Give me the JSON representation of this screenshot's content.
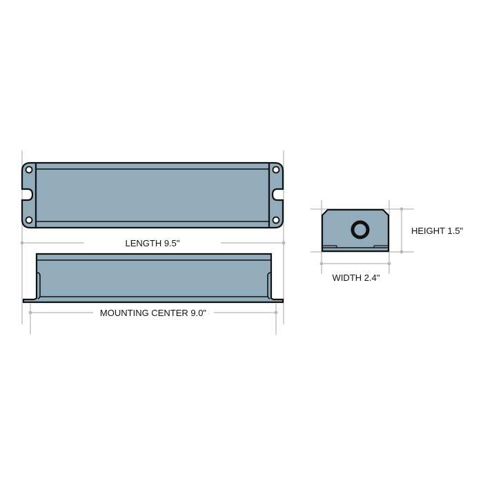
{
  "colors": {
    "body_fill": "#93acbb",
    "outline": "#111111",
    "dimension_line": "#b8b8b8",
    "background": "#ffffff"
  },
  "dimensions": {
    "length_label": "LENGTH 9.5\"",
    "mounting_center_label": "MOUNTING CENTER  9.0\"",
    "height_label": "HEIGHT 1.5\"",
    "width_label": "WIDTH  2.4\""
  },
  "views": [
    "top-view",
    "side-view",
    "end-view"
  ]
}
